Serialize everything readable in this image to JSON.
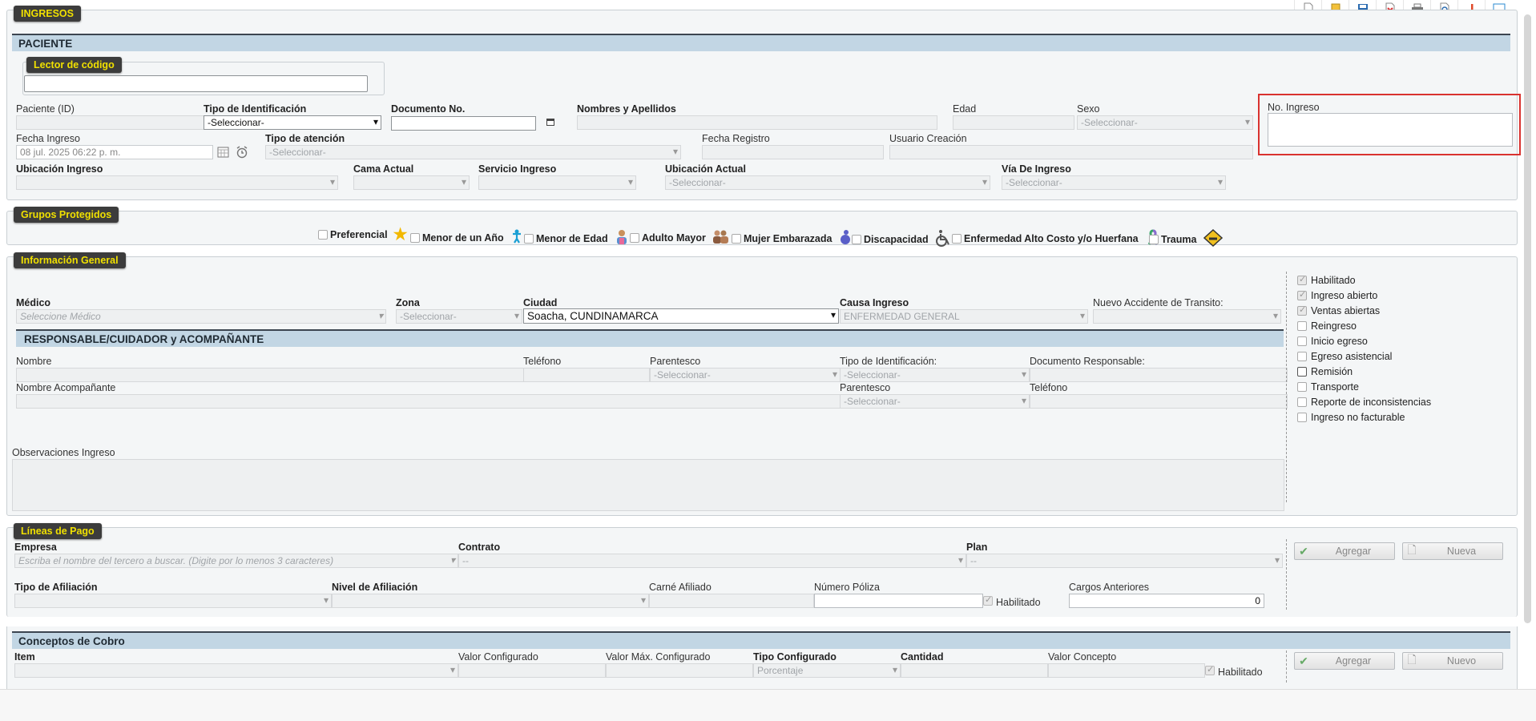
{
  "toolbar": {
    "icons": [
      "new-document-icon",
      "open-folder-icon",
      "save-icon",
      "cancel-icon",
      "print-icon",
      "preview-icon",
      "alert-icon",
      "chat-icon"
    ]
  },
  "ingresos": {
    "legend": "INGRESOS"
  },
  "paciente": {
    "header": "PACIENTE",
    "lector_legend": "Lector de código",
    "paciente_id_label": "Paciente (ID)",
    "tipo_id_label": "Tipo de Identificación",
    "tipo_id_value": "-Seleccionar-",
    "documento_label": "Documento No.",
    "nombres_label": "Nombres y Apellidos",
    "edad_label": "Edad",
    "sexo_label": "Sexo",
    "sexo_value": "-Seleccionar-",
    "no_ingreso_label": "No. Ingreso",
    "fecha_ingreso_label": "Fecha Ingreso",
    "fecha_ingreso_value": "08 jul. 2025 06:22 p. m.",
    "tipo_atencion_label": "Tipo de atención",
    "tipo_atencion_value": "-Seleccionar-",
    "fecha_registro_label": "Fecha Registro",
    "usuario_creacion_label": "Usuario Creación",
    "ubicacion_ingreso_label": "Ubicación Ingreso",
    "cama_actual_label": "Cama Actual",
    "servicio_ingreso_label": "Servicio Ingreso",
    "ubicacion_actual_label": "Ubicación Actual",
    "ubicacion_actual_value": "-Seleccionar-",
    "via_ingreso_label": "Vía De Ingreso",
    "via_ingreso_value": "-Seleccionar-"
  },
  "grupos": {
    "legend": "Grupos Protegidos",
    "items": [
      "Preferencial",
      "Menor de un Año",
      "Menor de Edad",
      "Adulto Mayor",
      "Mujer Embarazada",
      "Discapacidad",
      "Enfermedad Alto Costo y/o Huerfana",
      "Trauma"
    ]
  },
  "info": {
    "legend": "Información General",
    "medico_label": "Médico",
    "medico_placeholder": "Seleccione Médico",
    "zona_label": "Zona",
    "zona_value": "-Seleccionar-",
    "ciudad_label": "Ciudad",
    "ciudad_value": "Soacha, CUNDINAMARCA",
    "causa_label": "Causa Ingreso",
    "causa_value": "ENFERMEDAD GENERAL",
    "accidente_label": "Nuevo Accidente de Transito:",
    "responsable_header": "RESPONSABLE/CUIDADOR y ACOMPAÑANTE",
    "nombre_label": "Nombre",
    "telefono_label": "Teléfono",
    "parentesco_label": "Parentesco",
    "parentesco_value": "-Seleccionar-",
    "tipo_id_label": "Tipo de Identificación:",
    "tipo_id_value": "-Seleccionar-",
    "doc_responsable_label": "Documento Responsable:",
    "nombre_acomp_label": "Nombre Acompañante",
    "parentesco2_label": "Parentesco",
    "parentesco2_value": "-Seleccionar-",
    "telefono2_label": "Teléfono",
    "observaciones_label": "Observaciones Ingreso",
    "flags": [
      {
        "label": "Habilitado",
        "checked": true
      },
      {
        "label": "Ingreso abierto",
        "checked": true
      },
      {
        "label": "Ventas abiertas",
        "checked": true
      },
      {
        "label": "Reingreso",
        "checked": false
      },
      {
        "label": "Inicio egreso",
        "checked": false
      },
      {
        "label": "Egreso asistencial",
        "checked": false
      },
      {
        "label": "Remisión",
        "checked": false
      },
      {
        "label": "Transporte",
        "checked": false
      },
      {
        "label": "Reporte de inconsistencias",
        "checked": false
      },
      {
        "label": "Ingreso no facturable",
        "checked": false
      }
    ]
  },
  "pago": {
    "legend": "Líneas de Pago",
    "empresa_label": "Empresa",
    "empresa_placeholder": "Escriba el nombre del tercero a buscar. (Digite por lo menos 3 caracteres)",
    "contrato_label": "Contrato",
    "contrato_value": "--",
    "plan_label": "Plan",
    "plan_value": "--",
    "agregar": "Agregar",
    "nueva": "Nueva",
    "tipo_afiliacion_label": "Tipo de Afiliación",
    "nivel_afiliacion_label": "Nivel de Afiliación",
    "carne_label": "Carné Afiliado",
    "poliza_label": "Número Póliza",
    "habilitado_label": "Habilitado",
    "cargos_label": "Cargos Anteriores",
    "cargos_value": "0"
  },
  "conceptos": {
    "header": "Conceptos de Cobro",
    "item_label": "Item",
    "valor_conf_label": "Valor Configurado",
    "valor_max_label": "Valor Máx. Configurado",
    "tipo_conf_label": "Tipo Configurado",
    "tipo_conf_value": "Porcentaje",
    "cantidad_label": "Cantidad",
    "valor_concepto_label": "Valor Concepto",
    "habilitado_label": "Habilitado",
    "agregar": "Agregar",
    "nuevo": "Nuevo"
  }
}
